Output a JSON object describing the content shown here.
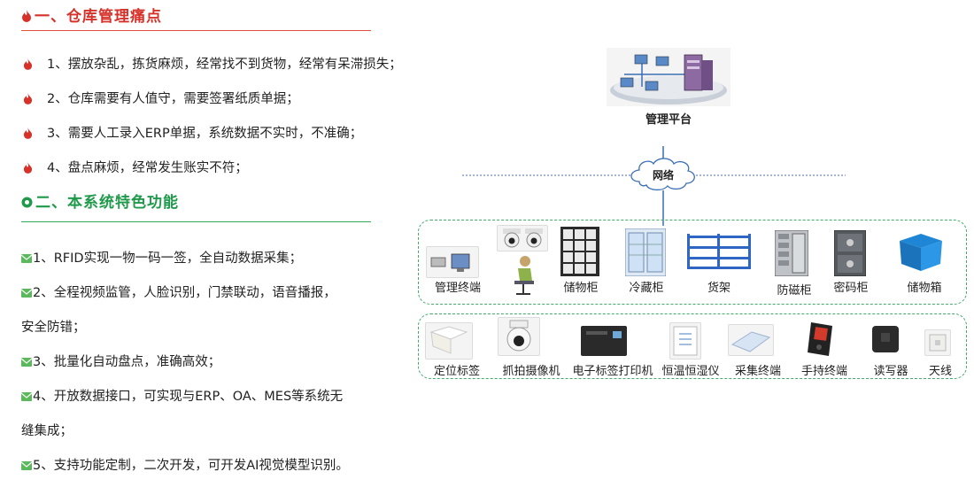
{
  "section1": {
    "title": "一、仓库管理痛点",
    "items": [
      "1、摆放杂乱，拣货麻烦，经常找不到货物，经常有呆滞损失；",
      "2、仓库需要有人值守，需要签署纸质单据；",
      "3、需要人工录入ERP单据，系统数据不实时，不准确；",
      "4、盘点麻烦，经常发生账实不符；"
    ]
  },
  "section2": {
    "title": "二、本系统特色功能",
    "items": [
      "1、RFID实现一物一码一签，全自动数据采集；",
      "2、全程视频监管，人脸识别，门禁联动，语音播报，",
      "安全防错；",
      "3、批量化自动盘点，准确高效；",
      "4、开放数据接口，可实现与ERP、OA、MES等系统无",
      "缝集成；",
      "5、支持功能定制，二次开发，可开发AI视觉模型识别。"
    ]
  },
  "diagram": {
    "platform_label": "管理平台",
    "network_label": "网络",
    "row1": [
      "管理终端",
      "储物柜",
      "冷藏柜",
      "货架",
      "防磁柜",
      "密码柜",
      "储物箱"
    ],
    "row2": [
      "定位标签",
      "抓拍摄像机",
      "电子标签打印机",
      "恒温恒湿仪",
      "采集终端",
      "手持终端",
      "读写器",
      "天线"
    ]
  },
  "colors": {
    "red": "#d6322a",
    "green": "#1f9a4a",
    "dash": "#44a86a"
  },
  "icons": {
    "heading1": "flame-icon",
    "heading2": "green-circle-icon",
    "section1_bullet": "flame-icon",
    "section2_bullet": "envelope-icon"
  }
}
